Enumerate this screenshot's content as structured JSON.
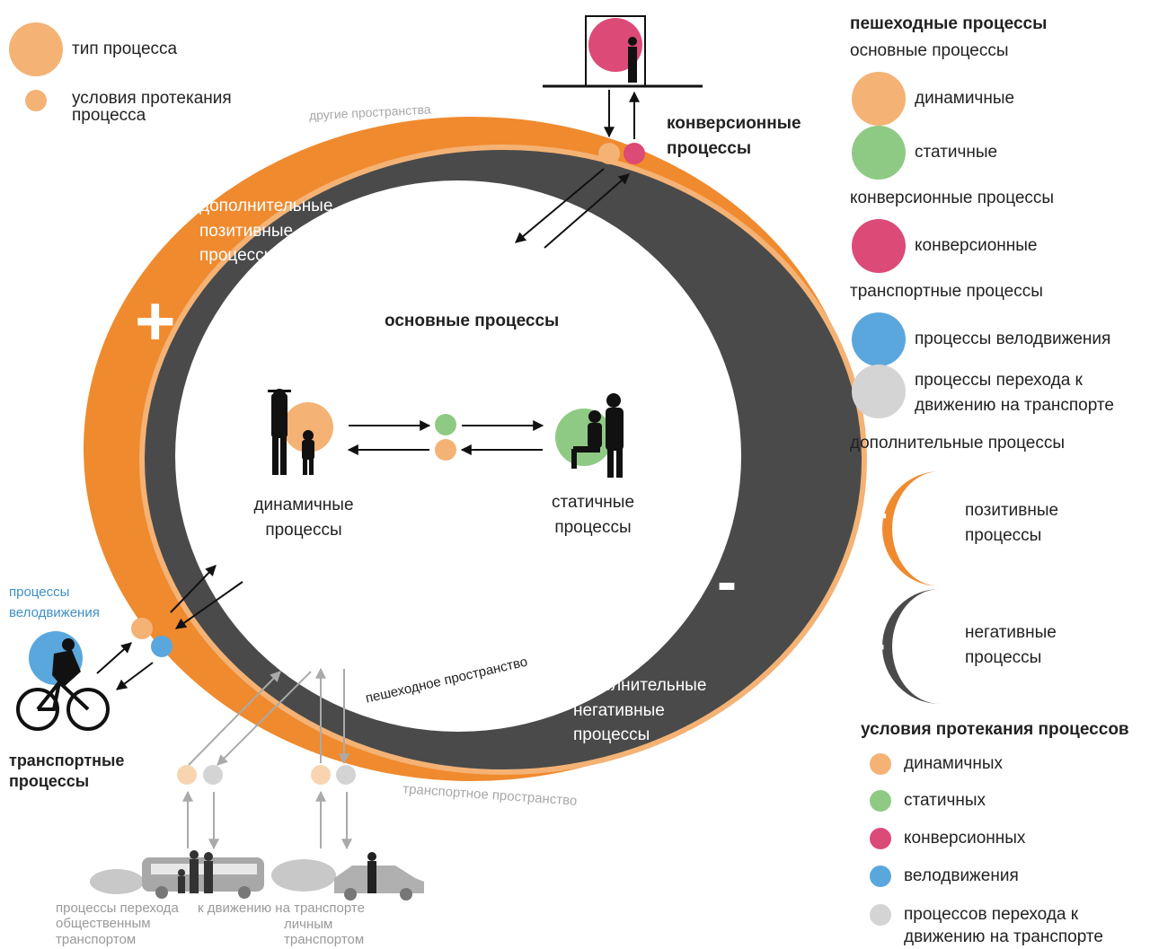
{
  "colors": {
    "orange": "#f08a2e",
    "light_orange": "#f4b275",
    "dark": "#4a4a4a",
    "green": "#8fca84",
    "pink": "#dc4a77",
    "blue": "#5aa7de",
    "light_gray": "#d4d4d4"
  },
  "key": {
    "type_label": "тип процесса",
    "conditions_label": "условия протекания\nпроцесса"
  },
  "diagram": {
    "other_space": "другие пространства",
    "pedestrian_space": "пешеходное пространство",
    "transport_space": "транспортное пространство",
    "main_processes": "основные процессы",
    "extra_positive": "дополнительные\nпозитивные\nпроцессы",
    "extra_negative": "дополнительные\nнегативные\nпроцессы",
    "plus_sign": "+",
    "minus_sign": "-",
    "dynamic": "динамичные\nпроцессы",
    "static": "статичные\nпроцессы",
    "conversion": "конверсионные\nпроцессы",
    "bike_small": "процессы\nвелодвижения",
    "transport": "транспортные\nпроцессы",
    "public_transfer": "процессы перехода\nобщественным\nтранспортом",
    "transfer_to_transport": "к движению на транспорте",
    "personal_transfer": "личным\nтранспортом"
  },
  "legend": {
    "pedestrian_title": "пешеходные процессы",
    "main_title": "основные процессы",
    "dynamic": "динамичные",
    "static": "статичные",
    "conversion_title": "конверсионные процессы",
    "conversion": "конверсионные",
    "transport_title": "транспортные процессы",
    "bike": "процессы велодвижения",
    "transfer": "процессы перехода  к\nдвижению на транспорте",
    "extra_title": "дополнительные процессы",
    "positive": "позитивные\nпроцессы",
    "negative": "негативные\nпроцессы",
    "conditions_title": "условия протекания процессов",
    "cond_dynamic": "динамичных",
    "cond_static": "статичных",
    "cond_conversion": "конверсионных",
    "cond_bike": "велодвижения",
    "cond_transfer": "процессов перехода  к\nдвижению на транспорте"
  }
}
